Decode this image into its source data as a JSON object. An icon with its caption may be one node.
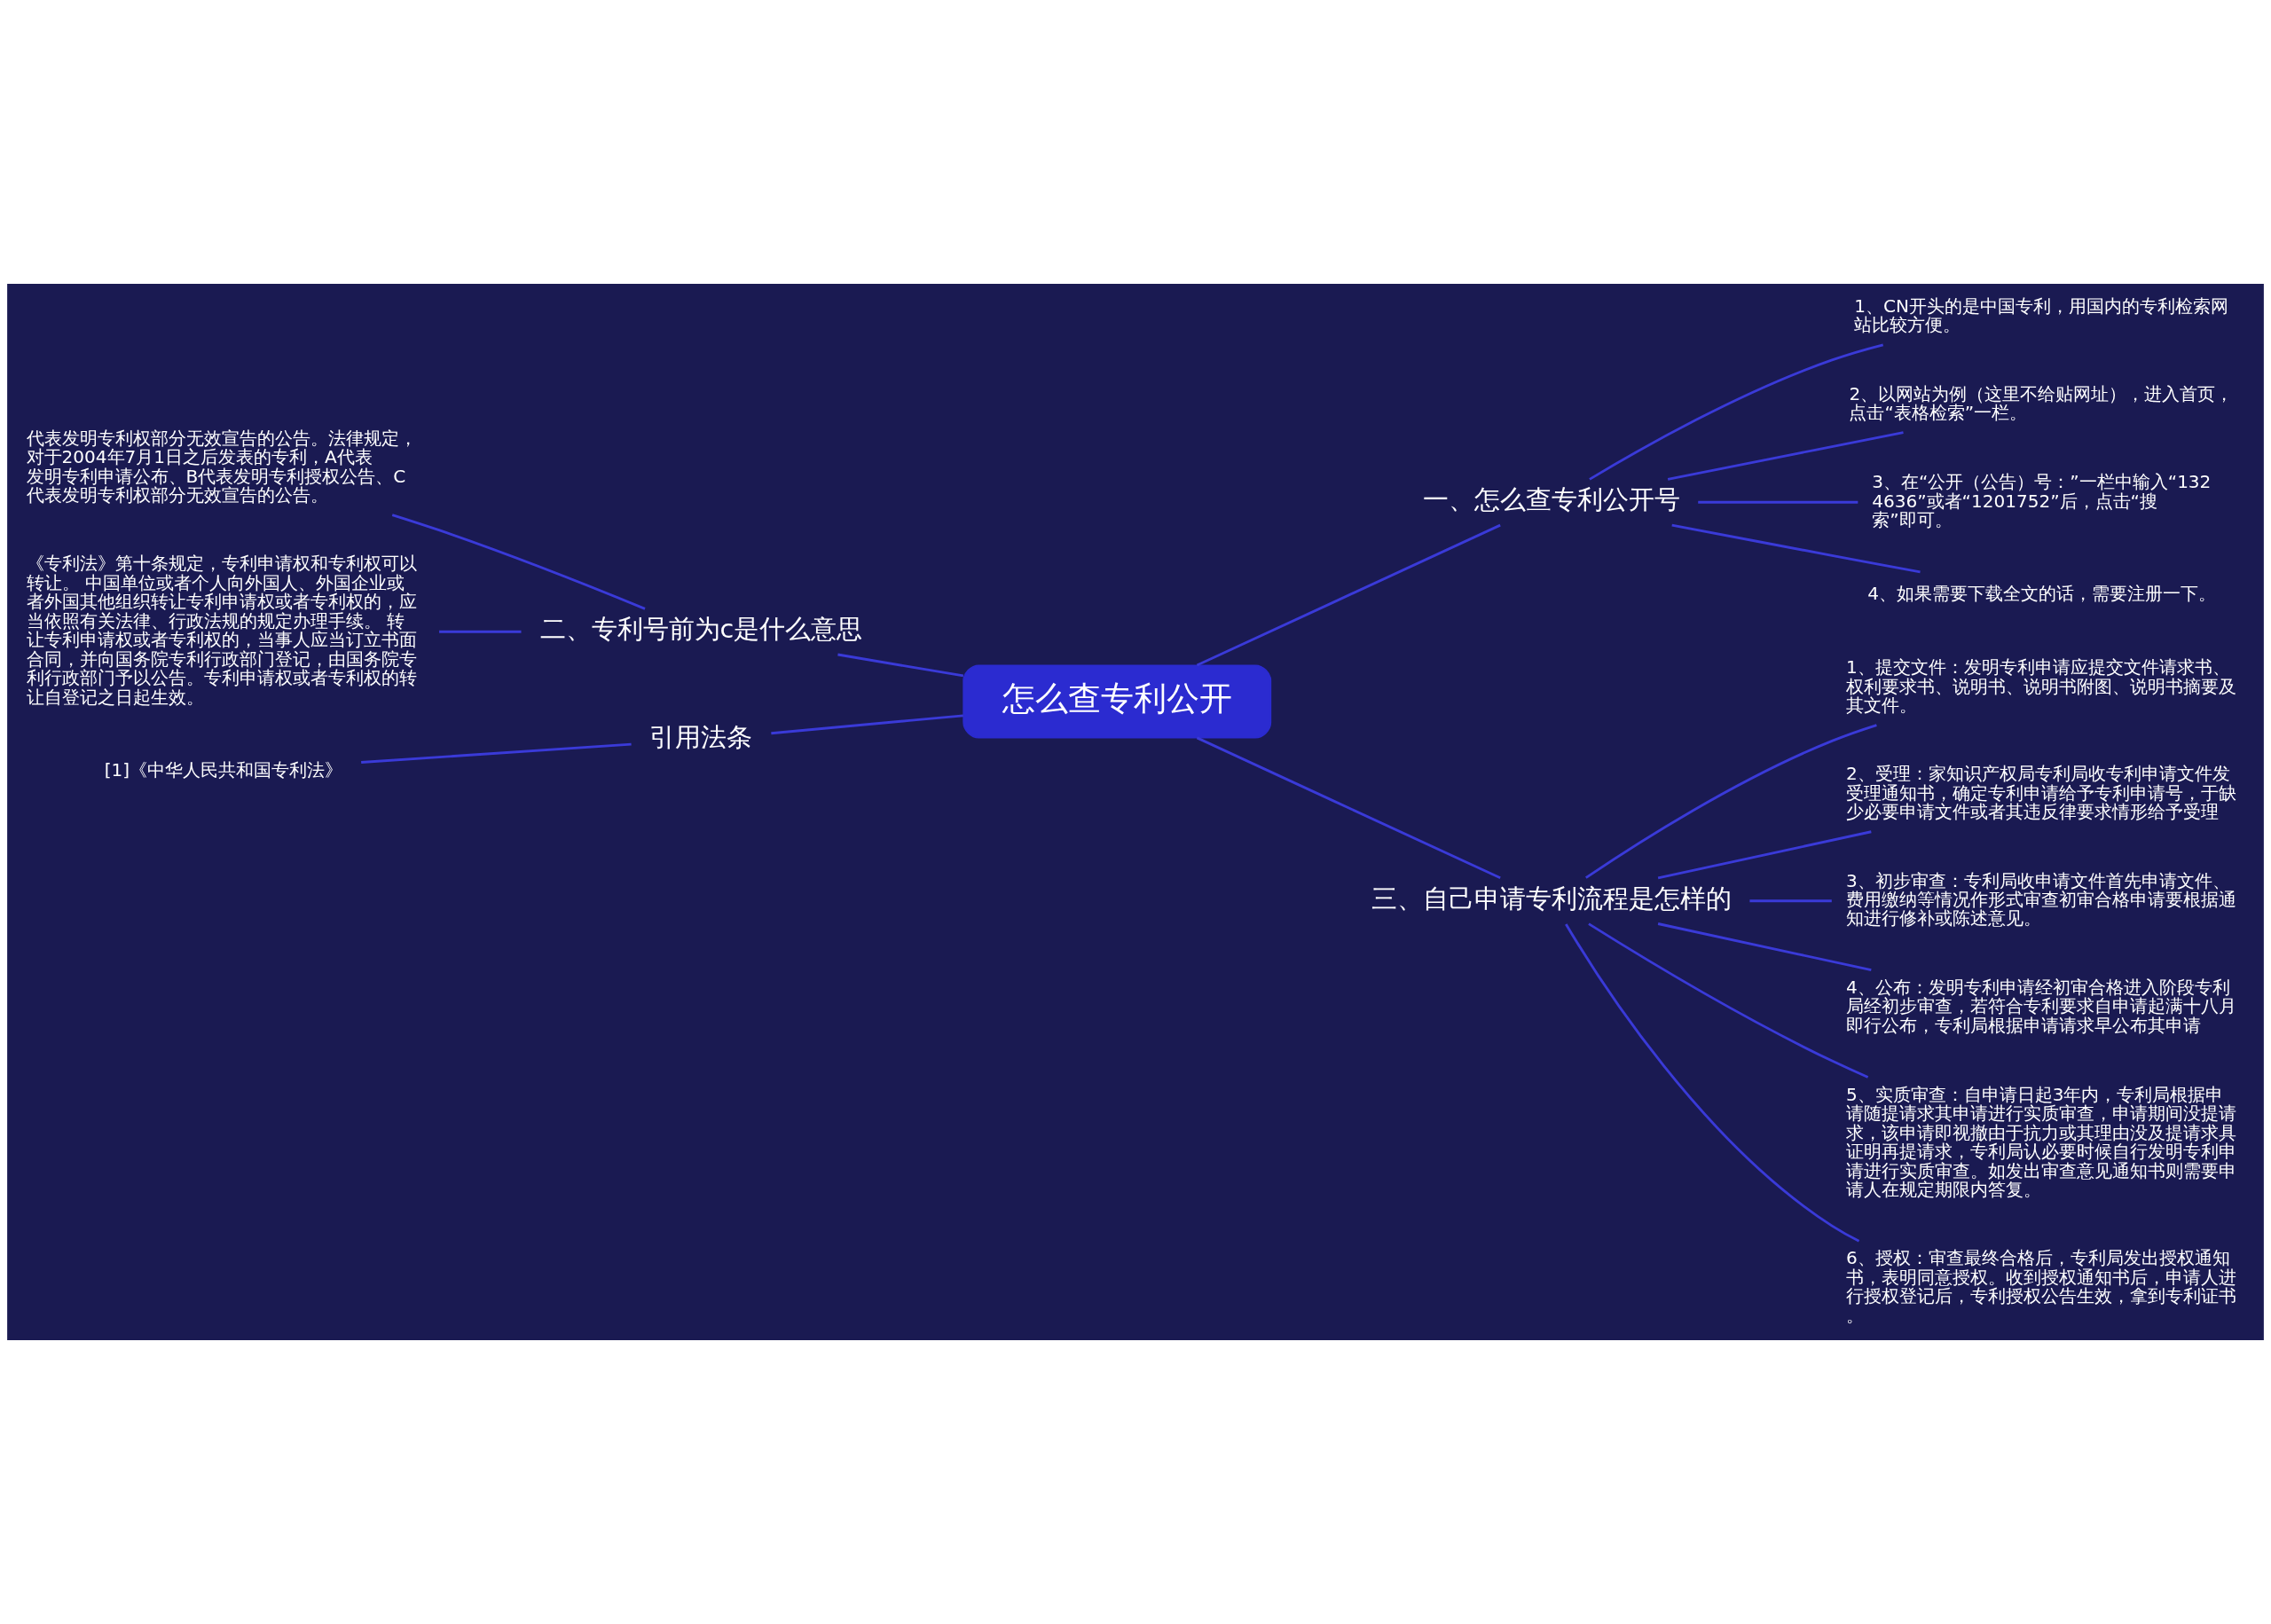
{
  "diagram": {
    "nodes": [
      {
        "text": [
          "怎么查专利公开"
        ]
      },
      {
        "text": [
          "一、怎么查专利公开号"
        ]
      },
      {
        "text": [
          "1、CN开头的是中国专利，用国内的专利检索网站比较方便。"
        ]
      },
      {
        "text": [
          "2、以网站为例（这里不给贴网址），进入首页，点击“表格检索”一栏。"
        ]
      },
      {
        "text": [
          "3、在“公开（公告）号：”一栏中输入“1324636”或者“1201752”后，点击“搜索”即可。"
        ]
      },
      {
        "text": [
          "4、如果需要下载全文的话，需要注册一下。"
        ]
      },
      {
        "text": [
          "二、专利号前为c是什么意思"
        ]
      },
      {
        "text": [
          "代表发明专利权部分无效宣告的公告。法律规定，对于2004年7月1日之后发表的专利，A代表发明专利申请公布、B代表发明专利授权公告、C代表发明专利权部分无效宣告的公告。"
        ]
      },
      {
        "text": [
          "《专利法》第十条规定，专利申请权和专利权可以转让。 中国单位或者个人向外国人、外国企业或者外国其他组织转让专利申请权或者专利权的，应当依照有关法律、行政法规的规定办理手续。 转让专利申请权或者专利权的，当事人应当订立书面合同，并向国务院专利行政部门登记，由国务院专利行政部门予以公告。专利申请权或者专利权的转让自登记之日起生效。"
        ]
      },
      {
        "text": [
          "引用法条"
        ]
      },
      {
        "text": [
          "[1]《中华人民共和国专利法》"
        ]
      },
      {
        "text": [
          "三、自己申请专利流程是怎样的"
        ]
      },
      {
        "text": [
          "1、提交文件：发明专利申请应提交文件请求书、权利要求书、说明书、说明书附图、说明书摘要及其文件。"
        ]
      },
      {
        "text": [
          "2、受理：家知识产权局专利局收专利申请文件发受理通知书，确定专利申请给予专利申请号，于缺少必要申请文件或者其违反律要求情形给予受理"
        ]
      },
      {
        "text": [
          "3、初步审查：专利局收申请文件首先申请文件、费用缴纳等情况作形式审查初审合格申请要根据通知进行修补或陈述意见。"
        ]
      },
      {
        "text": [
          "4、公布：发明专利申请经初审合格进入阶段专利局经初步审查，若符合专利要求自申请起满十八月即行公布，专利局根据申请请求早公布其申请"
        ]
      },
      {
        "text": [
          "5、实质审查：自申请日起3年内，专利局根据申请随提请求其申请进行实质审查，申请期间没提请求，该申请即视撤由于抗力或其理由没及提请求具证明再提请求，专利局认必要时候自行发明专利申请进行实质审查。如发出审查意见通知书则需要申请人在规定期限内答复。"
        ]
      },
      {
        "text": [
          "6、授权：审查最终合格后，专利局发出授权通知书，表明同意授权。收到授权通知书后，申请人进行授权登记后，专利授权公告生效，拿到专利证书。"
        ]
      }
    ],
    "edges": [
      {
        "from": 0,
        "to": 1,
        "arrow": "none"
      },
      {
        "from": 1,
        "to": 2,
        "arrow": "none"
      },
      {
        "from": 1,
        "to": 3,
        "arrow": "none"
      },
      {
        "from": 1,
        "to": 4,
        "arrow": "none"
      },
      {
        "from": 1,
        "to": 5,
        "arrow": "none"
      },
      {
        "from": 0,
        "to": 6,
        "arrow": "none"
      },
      {
        "from": 6,
        "to": 7,
        "arrow": "none"
      },
      {
        "from": 6,
        "to": 8,
        "arrow": "none"
      },
      {
        "from": 0,
        "to": 9,
        "arrow": "none"
      },
      {
        "from": 9,
        "to": 10,
        "arrow": "none"
      },
      {
        "from": 0,
        "to": 11,
        "arrow": "none"
      },
      {
        "from": 11,
        "to": 12,
        "arrow": "none"
      },
      {
        "from": 11,
        "to": 13,
        "arrow": "none"
      },
      {
        "from": 11,
        "to": 14,
        "arrow": "none"
      },
      {
        "from": 11,
        "to": 15,
        "arrow": "none"
      },
      {
        "from": 11,
        "to": 16,
        "arrow": "none"
      },
      {
        "from": 11,
        "to": 17,
        "arrow": "none"
      }
    ]
  }
}
